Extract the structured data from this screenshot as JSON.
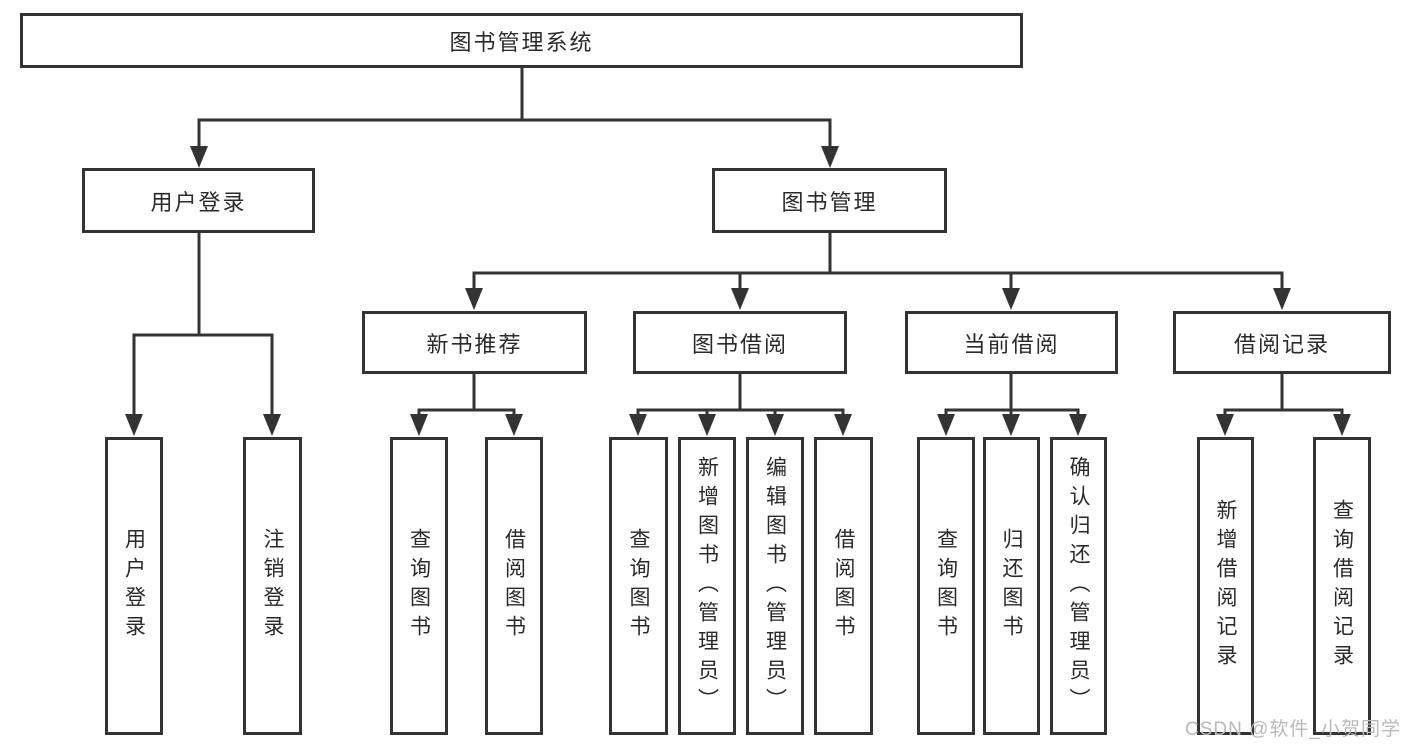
{
  "diagram": {
    "root": "图书管理系统",
    "level2": {
      "user_login": "用户登录",
      "book_management": "图书管理"
    },
    "level3": {
      "new_book_recommend": "新书推荐",
      "book_borrow": "图书借阅",
      "current_borrow": "当前借阅",
      "borrow_records": "借阅记录"
    },
    "leaves": {
      "user_login": "用户登录",
      "logout": "注销登录",
      "nb_query_books": "查询图书",
      "nb_borrow_books": "借阅图书",
      "bb_query_books": "查询图书",
      "bb_add_books": "新增图书（管理员）",
      "bb_edit_books": "编辑图书（管理员）",
      "bb_borrow_books": "借阅图书",
      "cb_query_books": "查询图书",
      "cb_return_books": "归还图书",
      "cb_confirm_return": "确认归还（管理员）",
      "br_add_record": "新增借阅记录",
      "br_query_record": "查询借阅记录"
    }
  },
  "watermark": "CSDN @软件_小贺同学",
  "colors": {
    "line": "#333333",
    "box_border": "#333333",
    "text": "#2a2a2a",
    "watermark": "#b9b9b9",
    "background": "#ffffff"
  }
}
